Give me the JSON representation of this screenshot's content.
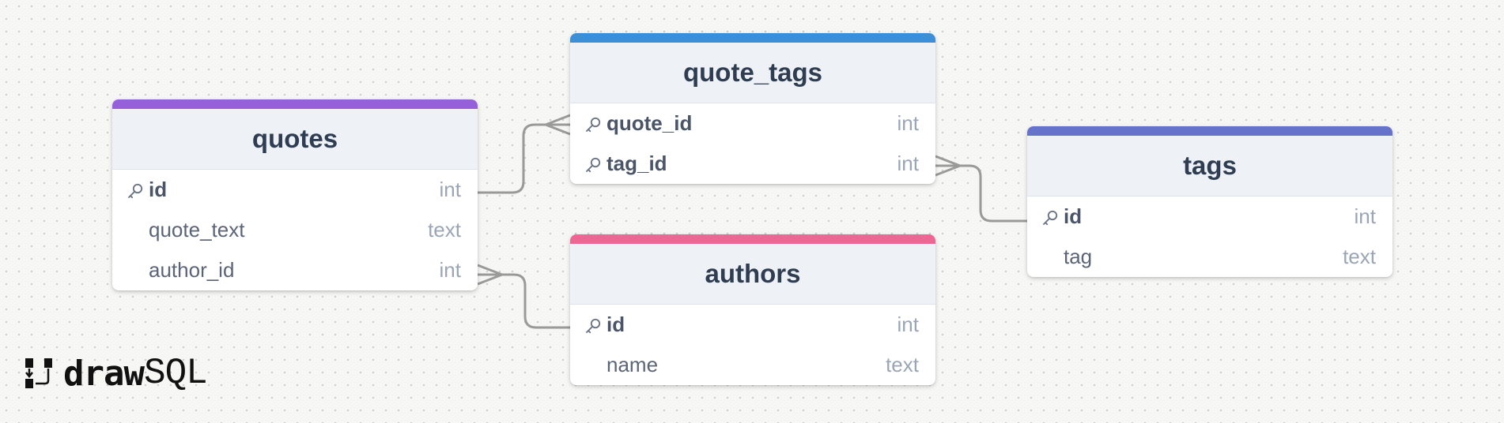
{
  "tables": [
    {
      "name": "quotes",
      "color": "#9660db",
      "columns": [
        {
          "name": "id",
          "type": "int",
          "key": true
        },
        {
          "name": "quote_text",
          "type": "text",
          "key": false
        },
        {
          "name": "author_id",
          "type": "int",
          "key": false
        }
      ]
    },
    {
      "name": "quote_tags",
      "color": "#3a8fdb",
      "columns": [
        {
          "name": "quote_id",
          "type": "int",
          "key": true
        },
        {
          "name": "tag_id",
          "type": "int",
          "key": true
        }
      ]
    },
    {
      "name": "authors",
      "color": "#ee6693",
      "columns": [
        {
          "name": "id",
          "type": "int",
          "key": true
        },
        {
          "name": "name",
          "type": "text",
          "key": false
        }
      ]
    },
    {
      "name": "tags",
      "color": "#6673cb",
      "columns": [
        {
          "name": "id",
          "type": "int",
          "key": true
        },
        {
          "name": "tag",
          "type": "text",
          "key": false
        }
      ]
    }
  ],
  "relations": [
    {
      "from": "quotes.id",
      "to": "quote_tags.quote_id",
      "cardinality": "one-to-many"
    },
    {
      "from": "tags.id",
      "to": "quote_tags.tag_id",
      "cardinality": "one-to-many"
    },
    {
      "from": "authors.id",
      "to": "quotes.author_id",
      "cardinality": "one-to-many"
    }
  ],
  "logo": {
    "part1": "draw",
    "part2": "SQL"
  },
  "colors": {
    "connector": "#9a9a9a",
    "header_bg": "#eef2f7"
  }
}
